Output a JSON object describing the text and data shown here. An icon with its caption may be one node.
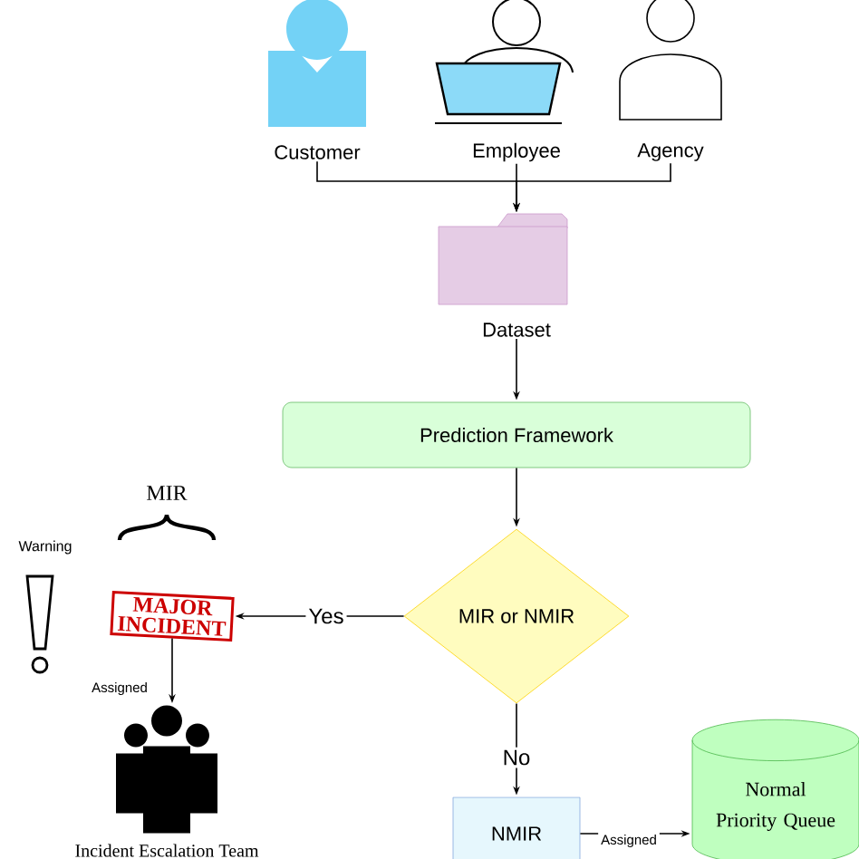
{
  "diagram": {
    "nodes": [
      {
        "text": [
          "Customer"
        ]
      },
      {
        "text": [
          "Employee"
        ]
      },
      {
        "text": [
          "Agency"
        ]
      },
      {
        "text": [
          "Dataset"
        ]
      },
      {
        "text": [
          "Prediction Framework"
        ]
      },
      {
        "text": [
          "MIR or NMIR"
        ]
      },
      {
        "text": [
          "MAJOR INCIDENT"
        ]
      },
      {
        "text": [
          "Incident Escalation Team"
        ]
      },
      {
        "text": [
          "NMIR"
        ]
      },
      {
        "text": [
          "Normal Priority Queue"
        ]
      }
    ],
    "edges": [
      {
        "from": 0,
        "to": 3,
        "arrow": "to"
      },
      {
        "from": 1,
        "to": 3,
        "arrow": "to"
      },
      {
        "from": 2,
        "to": 3,
        "arrow": "to"
      },
      {
        "from": 3,
        "to": 4,
        "arrow": "to"
      },
      {
        "from": 4,
        "to": 5,
        "arrow": "to"
      },
      {
        "from": 5,
        "to": 6,
        "arrow": "to",
        "label": "Yes"
      },
      {
        "from": 6,
        "to": 7,
        "arrow": "to",
        "label": "Assigned"
      },
      {
        "from": 5,
        "to": 8,
        "arrow": "to",
        "label": "No"
      },
      {
        "from": 8,
        "to": 9,
        "arrow": "to",
        "label": "Assigned"
      }
    ],
    "labels": [
      "MIR",
      "Warning"
    ]
  }
}
